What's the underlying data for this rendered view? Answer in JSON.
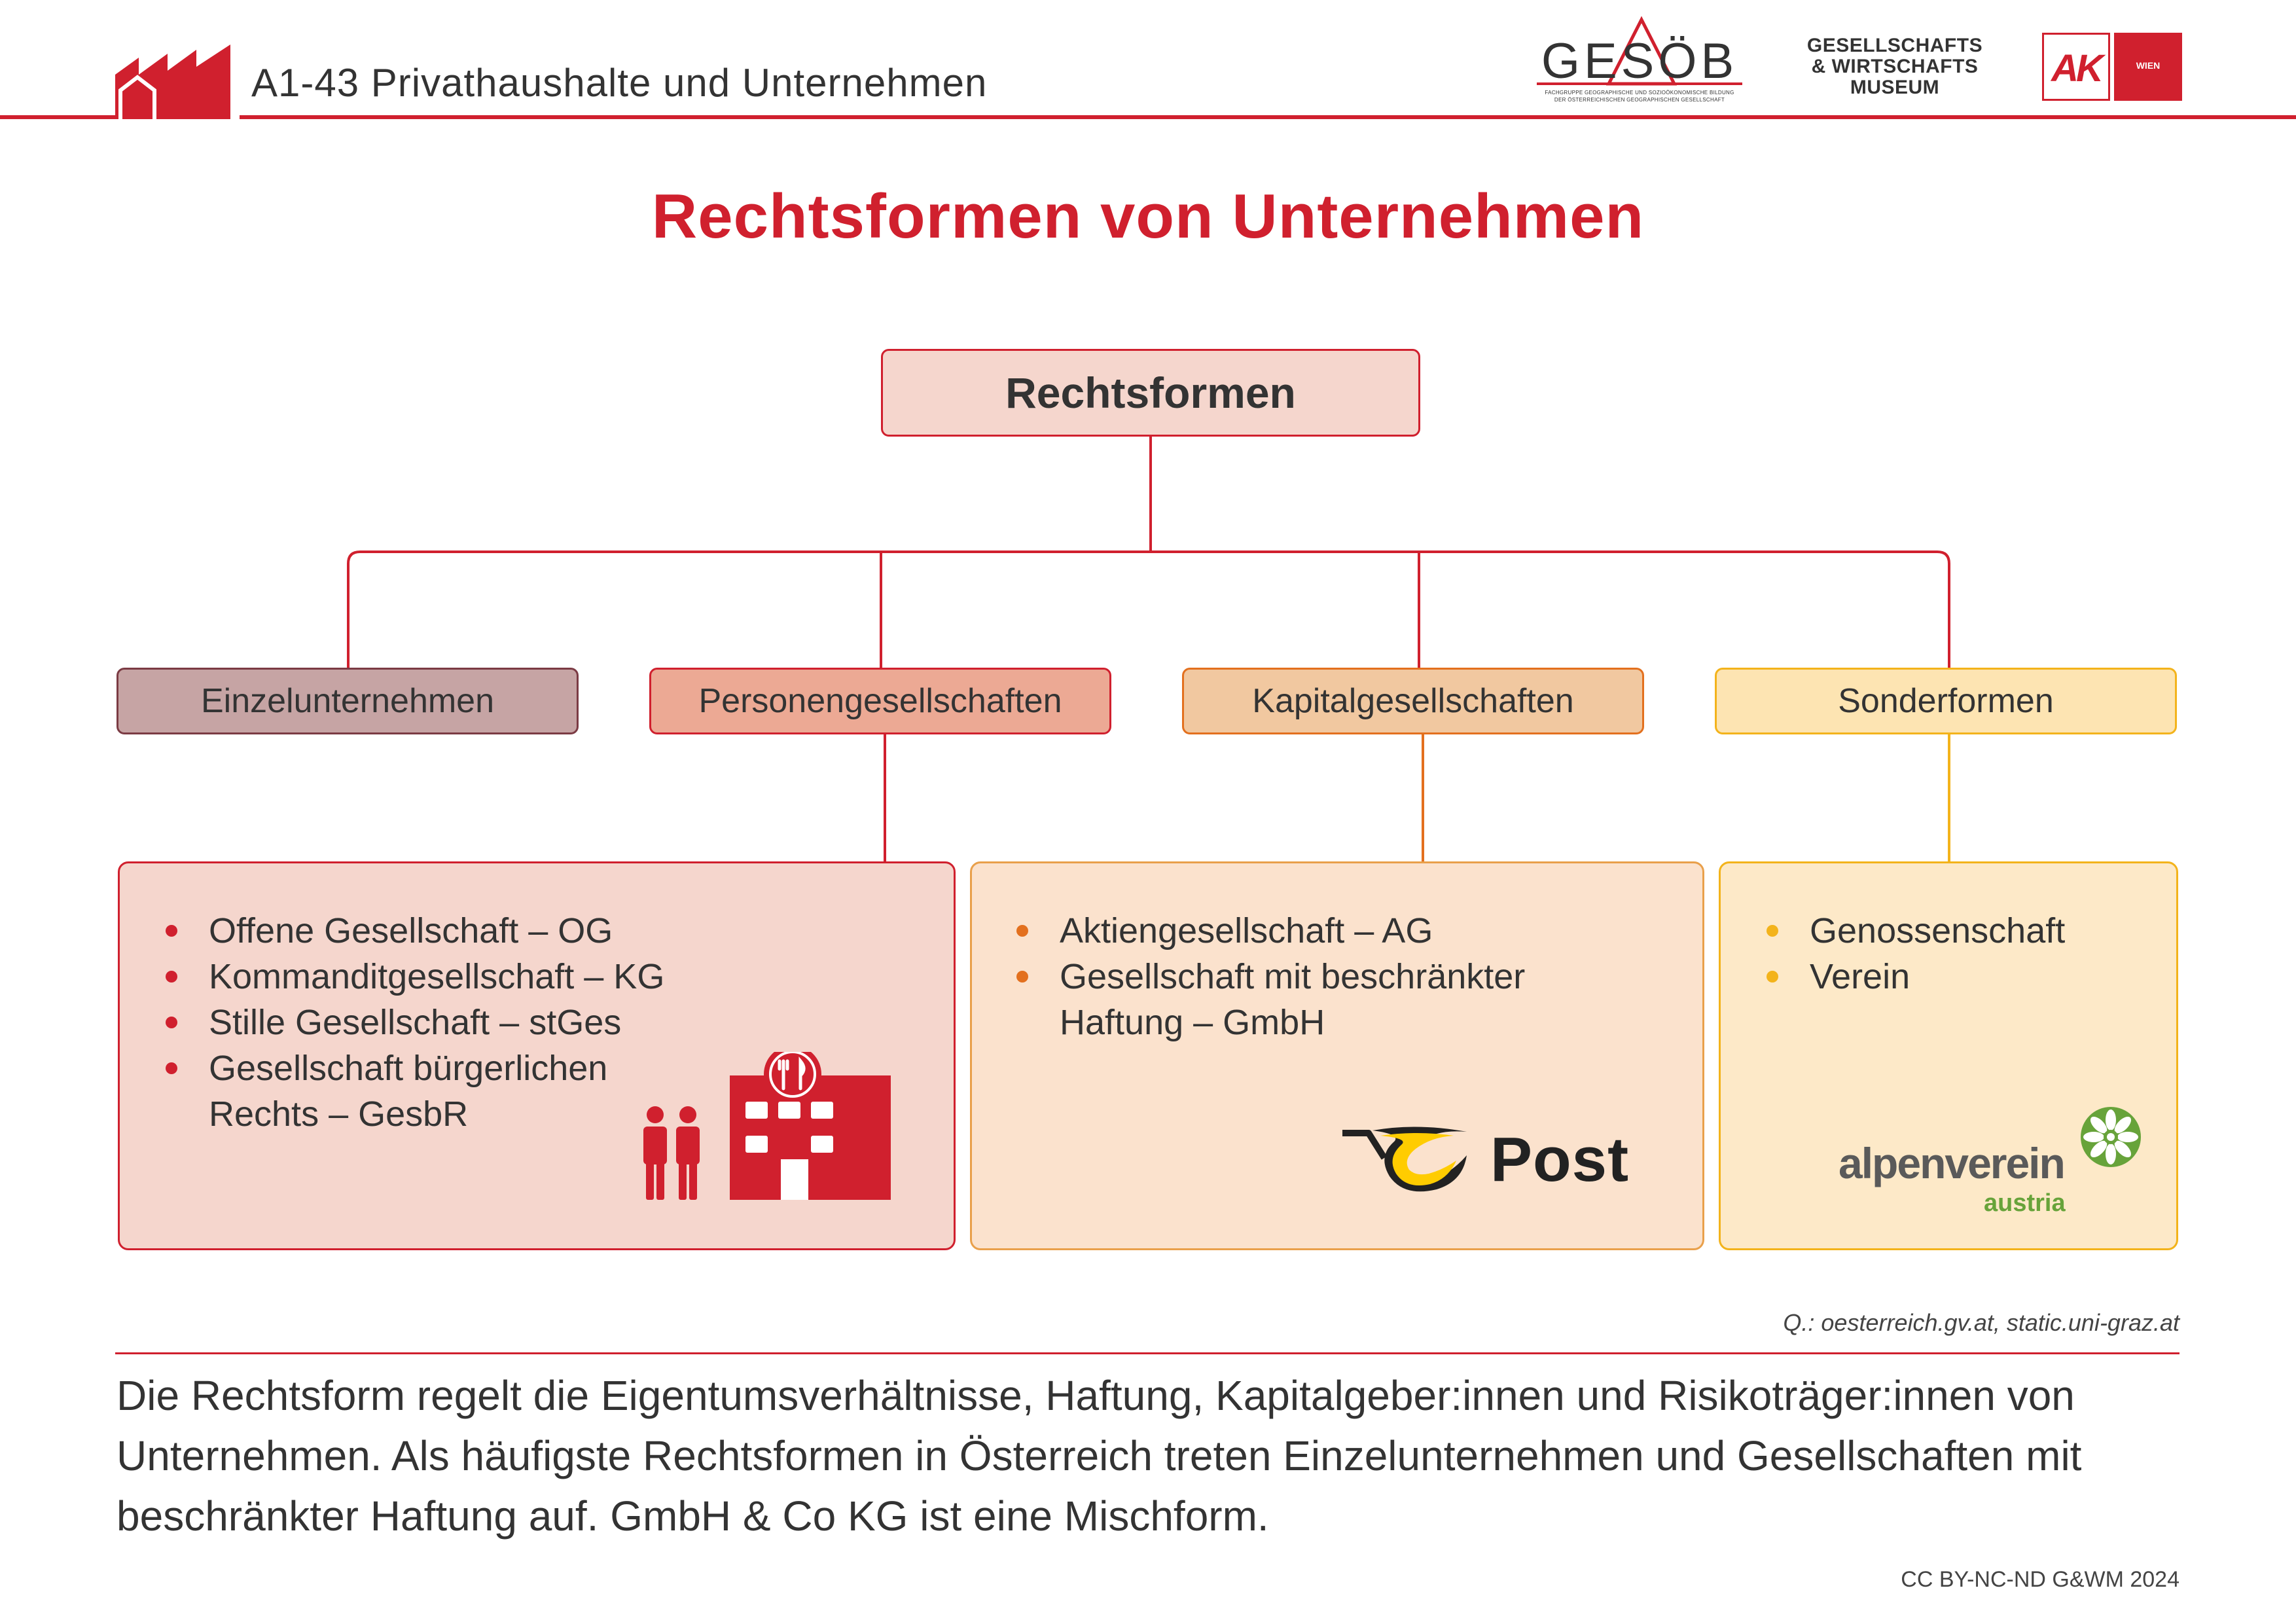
{
  "header": {
    "title": "A1-43 Privathaushalte und Unternehmen",
    "logos": {
      "gesoeb": {
        "word": "GESÖB",
        "subline_1": "FACHGRUPPE GEOGRAPHISCHE UND SOZIOÖKONOMISCHE BILDUNG",
        "subline_2": "DER ÖSTERREICHISCHEN GEOGRAPHISCHEN GESELLSCHAFT"
      },
      "gwm": {
        "line_1": "GESELLSCHAFTS",
        "line_2": "& WIRTSCHAFTS",
        "line_3": "MUSEUM"
      },
      "ak": {
        "left": "AK",
        "right": "WIEN"
      }
    }
  },
  "title": "Rechtsformen von Unternehmen",
  "diagram": {
    "root": "Rechtsformen",
    "categories": [
      {
        "label": "Einzelunternehmen"
      },
      {
        "label": "Personengesellschaften"
      },
      {
        "label": "Kapitalgesellschaften"
      },
      {
        "label": "Sonderformen"
      }
    ],
    "details": {
      "personen": [
        "Offene Gesellschaft – OG",
        "Kommanditgesellschaft – KG",
        "Stille Gesellschaft – stGes",
        "Gesellschaft bürgerlichen",
        "Rechts – GesbR"
      ],
      "kapital": [
        "Aktiengesellschaft – AG",
        "Gesellschaft mit beschränkter",
        "Haftung – GmbH"
      ],
      "sonder": [
        "Genossenschaft",
        "Verein"
      ]
    },
    "logos": {
      "post": "Post",
      "alpenverein": "alpenverein",
      "alpenverein_sub": "austria"
    }
  },
  "source": "Q.: oesterreich.gv.at, static.uni-graz.at",
  "description": "Die Rechtsform regelt die Eigentumsverhältnisse, Haftung, Kapitalgeber:innen und Risikoträger:innen von Unternehmen. Als häufigste Rechtsformen in Österreich treten Einzelunternehmen und Gesellschaften mit beschränkter Haftung auf. GmbH & Co KG ist eine Mischform.",
  "license": "CC BY-NC-ND G&WM 2024",
  "colors": {
    "brand_red": "#d0202e",
    "einzel": "#c6a4a4",
    "personen": "#eca994",
    "kapital": "#f1c8a0",
    "sonder": "#fde4b2",
    "post_yellow": "#ffcc00",
    "alpen_green": "#67a33a"
  }
}
